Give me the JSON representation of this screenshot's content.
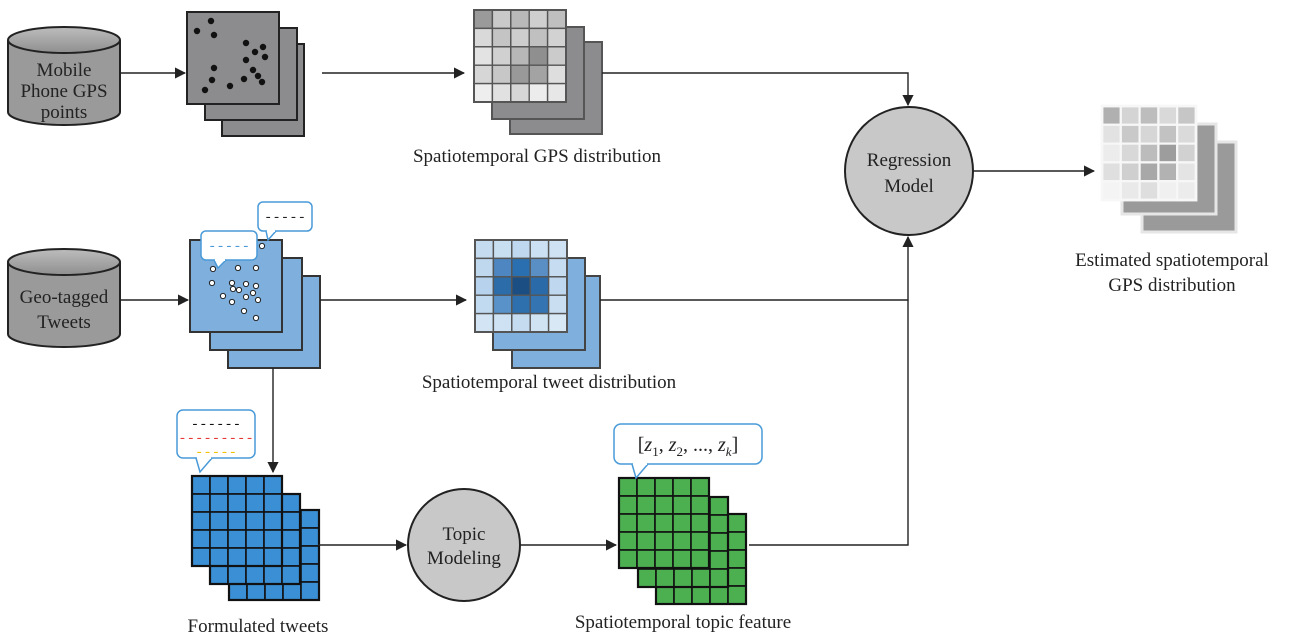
{
  "sources": {
    "gps": [
      "Mobile",
      "Phone GPS",
      "points"
    ],
    "tweets": [
      "Geo-tagged",
      "Tweets"
    ]
  },
  "models": {
    "regression": [
      "Regression",
      "Model"
    ],
    "topic": [
      "Topic",
      "Modeling"
    ]
  },
  "captions": {
    "gps_distribution": "Spatiotemporal GPS distribution",
    "tweet_distribution": "Spatiotemporal tweet distribution",
    "formulated_tweets": "Formulated tweets",
    "topic_feature": "Spatiotemporal topic feature",
    "estimated": [
      "Estimated spatiotemporal",
      "GPS distribution"
    ]
  },
  "bubbles": {
    "tweet_bubble_1": "-----",
    "tweet_bubble_2": "-----",
    "formulated_lines": [
      "------",
      "---------",
      "-----"
    ],
    "topic_vector": {
      "open": "[",
      "z": "z",
      "sub1": "1",
      "sub2": "2",
      "sep": ", ",
      "ellipsis": "...",
      "subk": "k",
      "close": "]"
    }
  },
  "colors": {
    "gps_map": "#8c8c8e",
    "tweet_map": "#7fb0dd",
    "tweet_cell_dark": "#1f5f9e",
    "formulated": "#3b8fd4",
    "topic": "#4caf50",
    "model_circle": "#c8c8c8",
    "bubble_border": "#4a9ad8",
    "dash_black": "#111111",
    "dash_red": "#e53935",
    "dash_yellow": "#f2c200",
    "dash_blue": "#4a9ad8"
  }
}
